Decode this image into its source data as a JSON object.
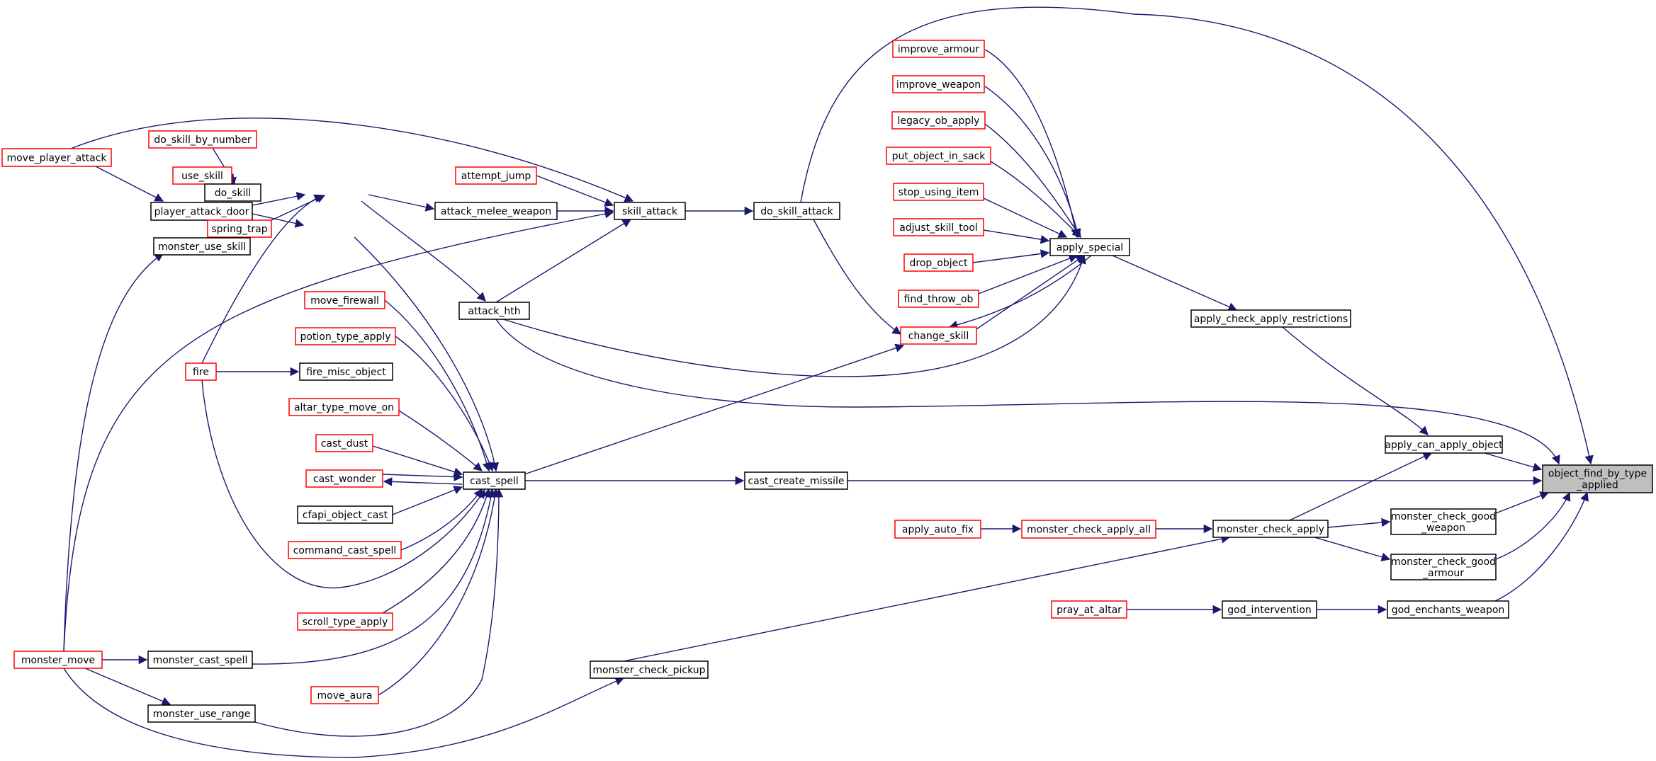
{
  "diagram": {
    "nodes": [
      {
        "id": "move_player_attack",
        "label": "move_player_attack",
        "color": "red"
      },
      {
        "id": "do_skill_by_number",
        "label": "do_skill_by_number",
        "color": "red"
      },
      {
        "id": "use_skill",
        "label": "use_skill",
        "color": "red"
      },
      {
        "id": "do_skill",
        "label": "do_skill",
        "color": "black"
      },
      {
        "id": "player_attack_door",
        "label": "player_attack_door",
        "color": "black"
      },
      {
        "id": "spring_trap",
        "label": "spring_trap",
        "color": "red"
      },
      {
        "id": "monster_use_skill",
        "label": "monster_use_skill",
        "color": "black"
      },
      {
        "id": "attempt_jump",
        "label": "attempt_jump",
        "color": "red"
      },
      {
        "id": "attack_melee_weapon",
        "label": "attack_melee_weapon",
        "color": "black"
      },
      {
        "id": "skill_attack",
        "label": "skill_attack",
        "color": "black"
      },
      {
        "id": "do_skill_attack",
        "label": "do_skill_attack",
        "color": "black"
      },
      {
        "id": "attack_hth",
        "label": "attack_hth",
        "color": "black"
      },
      {
        "id": "move_firewall",
        "label": "move_firewall",
        "color": "red"
      },
      {
        "id": "potion_type_apply",
        "label": "potion_type_apply",
        "color": "red"
      },
      {
        "id": "fire",
        "label": "fire",
        "color": "red"
      },
      {
        "id": "fire_misc_object",
        "label": "fire_misc_object",
        "color": "black"
      },
      {
        "id": "altar_type_move_on",
        "label": "altar_type_move_on",
        "color": "red"
      },
      {
        "id": "cast_dust",
        "label": "cast_dust",
        "color": "red"
      },
      {
        "id": "cast_wonder",
        "label": "cast_wonder",
        "color": "red"
      },
      {
        "id": "cast_spell",
        "label": "cast_spell",
        "color": "black"
      },
      {
        "id": "cfapi_object_cast",
        "label": "cfapi_object_cast",
        "color": "black"
      },
      {
        "id": "command_cast_spell",
        "label": "command_cast_spell",
        "color": "red"
      },
      {
        "id": "scroll_type_apply",
        "label": "scroll_type_apply",
        "color": "red"
      },
      {
        "id": "monster_move",
        "label": "monster_move",
        "color": "red"
      },
      {
        "id": "monster_cast_spell",
        "label": "monster_cast_spell",
        "color": "black"
      },
      {
        "id": "move_aura",
        "label": "move_aura",
        "color": "red"
      },
      {
        "id": "monster_use_range",
        "label": "monster_use_range",
        "color": "black"
      },
      {
        "id": "improve_armour",
        "label": "improve_armour",
        "color": "red"
      },
      {
        "id": "improve_weapon",
        "label": "improve_weapon",
        "color": "red"
      },
      {
        "id": "legacy_ob_apply",
        "label": "legacy_ob_apply",
        "color": "red"
      },
      {
        "id": "put_object_in_sack",
        "label": "put_object_in_sack",
        "color": "red"
      },
      {
        "id": "stop_using_item",
        "label": "stop_using_item",
        "color": "red"
      },
      {
        "id": "adjust_skill_tool",
        "label": "adjust_skill_tool",
        "color": "red"
      },
      {
        "id": "drop_object",
        "label": "drop_object",
        "color": "red"
      },
      {
        "id": "find_throw_ob",
        "label": "find_throw_ob",
        "color": "red"
      },
      {
        "id": "change_skill",
        "label": "change_skill",
        "color": "red"
      },
      {
        "id": "apply_special",
        "label": "apply_special",
        "color": "black"
      },
      {
        "id": "apply_check_apply_restrictions",
        "label": "apply_check_apply_restrictions",
        "color": "black"
      },
      {
        "id": "apply_can_apply_object",
        "label": "apply_can_apply_object",
        "color": "black"
      },
      {
        "id": "cast_create_missile",
        "label": "cast_create_missile",
        "color": "black"
      },
      {
        "id": "apply_auto_fix",
        "label": "apply_auto_fix",
        "color": "red"
      },
      {
        "id": "monster_check_apply_all",
        "label": "monster_check_apply_all",
        "color": "red"
      },
      {
        "id": "monster_check_apply",
        "label": "monster_check_apply",
        "color": "black"
      },
      {
        "id": "monster_check_good_weapon",
        "label": "monster_check_good\n_weapon",
        "color": "black"
      },
      {
        "id": "monster_check_good_armour",
        "label": "monster_check_good\n_armour",
        "color": "black"
      },
      {
        "id": "pray_at_altar",
        "label": "pray_at_altar",
        "color": "red"
      },
      {
        "id": "god_intervention",
        "label": "god_intervention",
        "color": "black"
      },
      {
        "id": "god_enchants_weapon",
        "label": "god_enchants_weapon",
        "color": "black"
      },
      {
        "id": "monster_check_pickup",
        "label": "monster_check_pickup",
        "color": "black"
      },
      {
        "id": "object_find_by_type_applied",
        "label": "object_find_by_type\n_applied",
        "color": "root"
      }
    ],
    "edges": [
      [
        "move_player_attack",
        "skill_attack"
      ],
      [
        "move_player_attack",
        "player_attack_door"
      ],
      [
        "do_skill_by_number",
        "do_skill"
      ],
      [
        "use_skill",
        "do_skill"
      ],
      [
        "player_attack_door",
        "do_skill"
      ],
      [
        "player_attack_door",
        "spring_trap"
      ],
      [
        "monster_use_skill",
        "do_skill"
      ],
      [
        "fire",
        "do_skill"
      ],
      [
        "do_skill",
        "attack_melee_weapon"
      ],
      [
        "do_skill",
        "attack_hth"
      ],
      [
        "attempt_jump",
        "skill_attack"
      ],
      [
        "attack_melee_weapon",
        "skill_attack"
      ],
      [
        "attack_hth",
        "skill_attack"
      ],
      [
        "monster_move",
        "skill_attack"
      ],
      [
        "skill_attack",
        "do_skill_attack"
      ],
      [
        "do_skill_attack",
        "change_skill"
      ],
      [
        "do_skill_attack",
        "object_find_by_type_applied"
      ],
      [
        "attack_hth",
        "object_find_by_type_applied"
      ],
      [
        "fire",
        "fire_misc_object"
      ],
      [
        "fire",
        "cast_spell"
      ],
      [
        "move_firewall",
        "cast_spell"
      ],
      [
        "potion_type_apply",
        "cast_spell"
      ],
      [
        "spring_trap",
        "cast_spell"
      ],
      [
        "altar_type_move_on",
        "cast_spell"
      ],
      [
        "cast_dust",
        "cast_spell"
      ],
      [
        "cast_wonder",
        "cast_spell"
      ],
      [
        "cast_spell",
        "cast_wonder"
      ],
      [
        "cfapi_object_cast",
        "cast_spell"
      ],
      [
        "command_cast_spell",
        "cast_spell"
      ],
      [
        "scroll_type_apply",
        "cast_spell"
      ],
      [
        "monster_cast_spell",
        "cast_spell"
      ],
      [
        "move_aura",
        "cast_spell"
      ],
      [
        "monster_use_range",
        "cast_spell"
      ],
      [
        "monster_move",
        "monster_use_skill"
      ],
      [
        "monster_move",
        "monster_cast_spell"
      ],
      [
        "monster_move",
        "monster_use_range"
      ],
      [
        "monster_move",
        "monster_check_pickup"
      ],
      [
        "cast_spell",
        "change_skill"
      ],
      [
        "cast_spell",
        "cast_create_missile"
      ],
      [
        "cast_create_missile",
        "object_find_by_type_applied"
      ],
      [
        "improve_armour",
        "apply_special"
      ],
      [
        "improve_weapon",
        "apply_special"
      ],
      [
        "legacy_ob_apply",
        "apply_special"
      ],
      [
        "put_object_in_sack",
        "apply_special"
      ],
      [
        "stop_using_item",
        "apply_special"
      ],
      [
        "adjust_skill_tool",
        "apply_special"
      ],
      [
        "drop_object",
        "apply_special"
      ],
      [
        "find_throw_ob",
        "apply_special"
      ],
      [
        "change_skill",
        "apply_special"
      ],
      [
        "apply_special",
        "change_skill"
      ],
      [
        "attack_hth",
        "apply_special"
      ],
      [
        "apply_special",
        "apply_check_apply_restrictions"
      ],
      [
        "apply_check_apply_restrictions",
        "apply_can_apply_object"
      ],
      [
        "apply_can_apply_object",
        "object_find_by_type_applied"
      ],
      [
        "monster_check_apply",
        "apply_can_apply_object"
      ],
      [
        "apply_auto_fix",
        "monster_check_apply_all"
      ],
      [
        "monster_check_apply_all",
        "monster_check_apply"
      ],
      [
        "monster_check_pickup",
        "monster_check_apply"
      ],
      [
        "monster_check_apply",
        "monster_check_good_weapon"
      ],
      [
        "monster_check_apply",
        "monster_check_good_armour"
      ],
      [
        "monster_check_good_weapon",
        "object_find_by_type_applied"
      ],
      [
        "monster_check_good_armour",
        "object_find_by_type_applied"
      ],
      [
        "pray_at_altar",
        "god_intervention"
      ],
      [
        "god_intervention",
        "god_enchants_weapon"
      ],
      [
        "god_enchants_weapon",
        "object_find_by_type_applied"
      ]
    ]
  }
}
